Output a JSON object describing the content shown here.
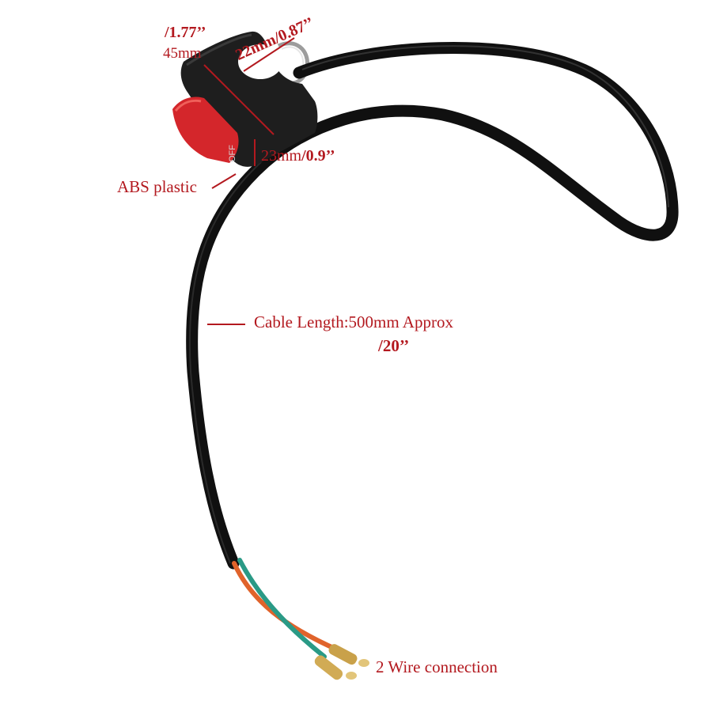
{
  "photo": {
    "subject": "handlebar-kill-switch-with-cable",
    "colors": {
      "background": "#ffffff",
      "label": "#b3191f",
      "switch_housing": "#1e1e1e",
      "rocker": "#d4262b",
      "cable": "#151515",
      "wire_orange": "#e0632b",
      "wire_green": "#2a9a86",
      "terminal": "#c9a14a"
    }
  },
  "annotations": {
    "width_inch": "/1.77’’",
    "width_mm": "45mm",
    "bore": "22mm/0.87’’",
    "height_mm": "23mm",
    "height_inch": "/0.9’’",
    "material": "ABS plastic",
    "cable_length": "Cable Length:500mm Approx",
    "cable_inch": "/20’’",
    "wires": "2 Wire connection"
  },
  "switch": {
    "rocker_label": "OFF"
  }
}
